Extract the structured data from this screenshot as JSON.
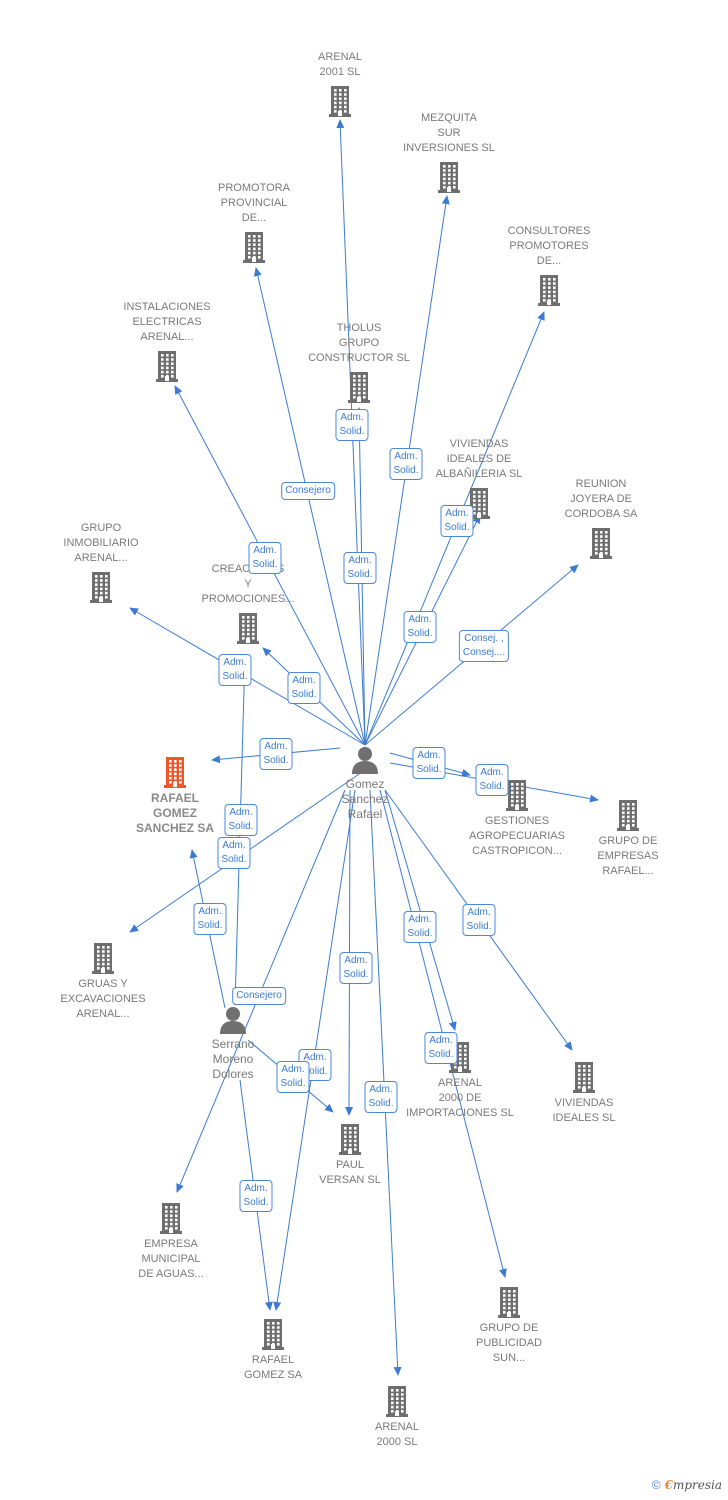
{
  "colors": {
    "company": "#6e6e6e",
    "main_company": "#f0562a",
    "person": "#707070",
    "edge": "#3c7cd0"
  },
  "nodes": [
    {
      "id": "arenal2001",
      "type": "company",
      "label": [
        "ARENAL",
        "2001 SL"
      ]
    },
    {
      "id": "mezquita",
      "type": "company",
      "label": [
        "MEZQUITA",
        "SUR",
        "INVERSIONES SL"
      ]
    },
    {
      "id": "promotora",
      "type": "company",
      "label": [
        "PROMOTORA",
        "PROVINCIAL",
        "DE..."
      ]
    },
    {
      "id": "consultores",
      "type": "company",
      "label": [
        "CONSULTORES",
        "PROMOTORES",
        "DE..."
      ]
    },
    {
      "id": "instalaciones",
      "type": "company",
      "label": [
        "INSTALACIONES",
        "ELECTRICAS",
        "ARENAL..."
      ]
    },
    {
      "id": "tholus",
      "type": "company",
      "label": [
        "THOLUS",
        "GRUPO",
        "CONSTRUCTOR SL"
      ]
    },
    {
      "id": "viviendasalb",
      "type": "company",
      "label": [
        "VIVIENDAS",
        "IDEALES DE",
        "ALBAÑILERIA SL"
      ]
    },
    {
      "id": "reunion",
      "type": "company",
      "label": [
        "REUNION",
        "JOYERA DE",
        "CORDOBA SA"
      ]
    },
    {
      "id": "grupoinmob",
      "type": "company",
      "label": [
        "GRUPO",
        "INMOBILIARIO",
        "ARENAL..."
      ]
    },
    {
      "id": "creaciones",
      "type": "company",
      "label": [
        "CREACIONES",
        "Y",
        "PROMOCIONES..."
      ]
    },
    {
      "id": "rafaelgomezsanchez",
      "type": "main",
      "label": [
        "RAFAEL",
        "GOMEZ",
        "SANCHEZ SA"
      ]
    },
    {
      "id": "gomez",
      "type": "person",
      "label": [
        "Gomez",
        "Sanchez",
        "Rafael"
      ]
    },
    {
      "id": "gestiones",
      "type": "company",
      "label": [
        "GESTIONES",
        "AGROPECUARIAS",
        "CASTROPICON..."
      ]
    },
    {
      "id": "grupoempresas",
      "type": "company",
      "label": [
        "GRUPO DE",
        "EMPRESAS",
        "RAFAEL..."
      ]
    },
    {
      "id": "gruas",
      "type": "company",
      "label": [
        "GRUAS Y",
        "EXCAVACIONES",
        "ARENAL..."
      ]
    },
    {
      "id": "serrano",
      "type": "person",
      "label": [
        "Serrano",
        "Moreno",
        "Dolores"
      ]
    },
    {
      "id": "arenal2000imp",
      "type": "company",
      "label": [
        "ARENAL",
        "2000 DE",
        "IMPORTACIONES SL"
      ]
    },
    {
      "id": "viviendas",
      "type": "company",
      "label": [
        "VIVIENDAS",
        "IDEALES SL"
      ]
    },
    {
      "id": "paul",
      "type": "company",
      "label": [
        "PAUL",
        "VERSAN SL"
      ]
    },
    {
      "id": "empresamun",
      "type": "company",
      "label": [
        "EMPRESA",
        "MUNICIPAL",
        "DE AGUAS..."
      ]
    },
    {
      "id": "grupopub",
      "type": "company",
      "label": [
        "GRUPO DE",
        "PUBLICIDAD",
        "SUN..."
      ]
    },
    {
      "id": "rafaelgomezsa",
      "type": "company",
      "label": [
        "RAFAEL",
        "GOMEZ SA"
      ]
    },
    {
      "id": "arenal2000",
      "type": "company",
      "label": [
        "ARENAL",
        "2000 SL"
      ]
    }
  ],
  "edge_labels": [
    {
      "id": "e-tholus",
      "text": "Adm.\nSolid."
    },
    {
      "id": "e-consejero1",
      "text": "Consejero"
    },
    {
      "id": "e-arenal2001",
      "text": "Adm.\nSolid."
    },
    {
      "id": "e-mezquita",
      "text": "Adm.\nSolid."
    },
    {
      "id": "e-viviendasalb",
      "text": "Adm.\nSolid."
    },
    {
      "id": "e-instalaciones",
      "text": "Adm.\nSolid."
    },
    {
      "id": "e-consultores",
      "text": "Adm.\nSolid."
    },
    {
      "id": "e-reunion",
      "text": "Consej. ,\nConsej...."
    },
    {
      "id": "e-grupoinmob",
      "text": "Adm.\nSolid."
    },
    {
      "id": "e-creaciones",
      "text": "Adm.\nSolid."
    },
    {
      "id": "e-rgs",
      "text": "Adm.\nSolid."
    },
    {
      "id": "e-gestiones",
      "text": "Adm.\nSolid."
    },
    {
      "id": "e-grupoempresas",
      "text": "Adm.\nSolid."
    },
    {
      "id": "e-serrano-rgs",
      "text": "Adm.\nSolid."
    },
    {
      "id": "e-gruas",
      "text": "Adm.\nSolid."
    },
    {
      "id": "e-serrano-rgs2",
      "text": "Adm.\nSolid."
    },
    {
      "id": "e-consejero2",
      "text": "Consejero"
    },
    {
      "id": "e-arenal2000imp",
      "text": "Adm.\nSolid."
    },
    {
      "id": "e-viviendas",
      "text": "Adm.\nSolid."
    },
    {
      "id": "e-paul",
      "text": "Adm.\nSolid."
    },
    {
      "id": "e-grupopub",
      "text": "Adm.\nSolid."
    },
    {
      "id": "e-serrano-paul1",
      "text": "Adm.\nSolid."
    },
    {
      "id": "e-serrano-paul2",
      "text": "Adm.\nSolid."
    },
    {
      "id": "e-arenal2000",
      "text": "Adm.\nSolid."
    },
    {
      "id": "e-rgsa",
      "text": "Adm.\nSolid."
    }
  ],
  "footer": {
    "copyright": "©",
    "brand_first": "€",
    "brand_rest": "mpresia"
  }
}
